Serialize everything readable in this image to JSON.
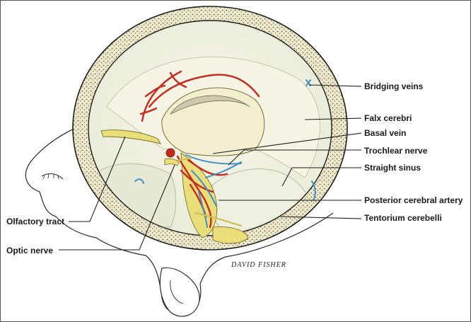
{
  "labels": {
    "bridging_veins": "Bridging veins",
    "falx_cerebri": "Falx cerebri",
    "basal_vein": "Basal vein",
    "trochlear_nerve": "Trochlear nerve",
    "straight_sinus": "Straight sinus",
    "posterior_cerebral_artery": "Posterior cerebral artery",
    "tentorium_cerebelli": "Tentorium cerebelli",
    "olfactory_tract": "Olfactory tract",
    "optic_nerve": "Optic nerve"
  },
  "signature": "DAVID FISHER",
  "colors": {
    "artery": "#c8281e",
    "vein": "#3f8fc8",
    "nerve": "#e9de7a",
    "brain_tissue": "#f3efd0",
    "skull_diploe": "#ece6c8",
    "outline": "#1e1e1e"
  }
}
